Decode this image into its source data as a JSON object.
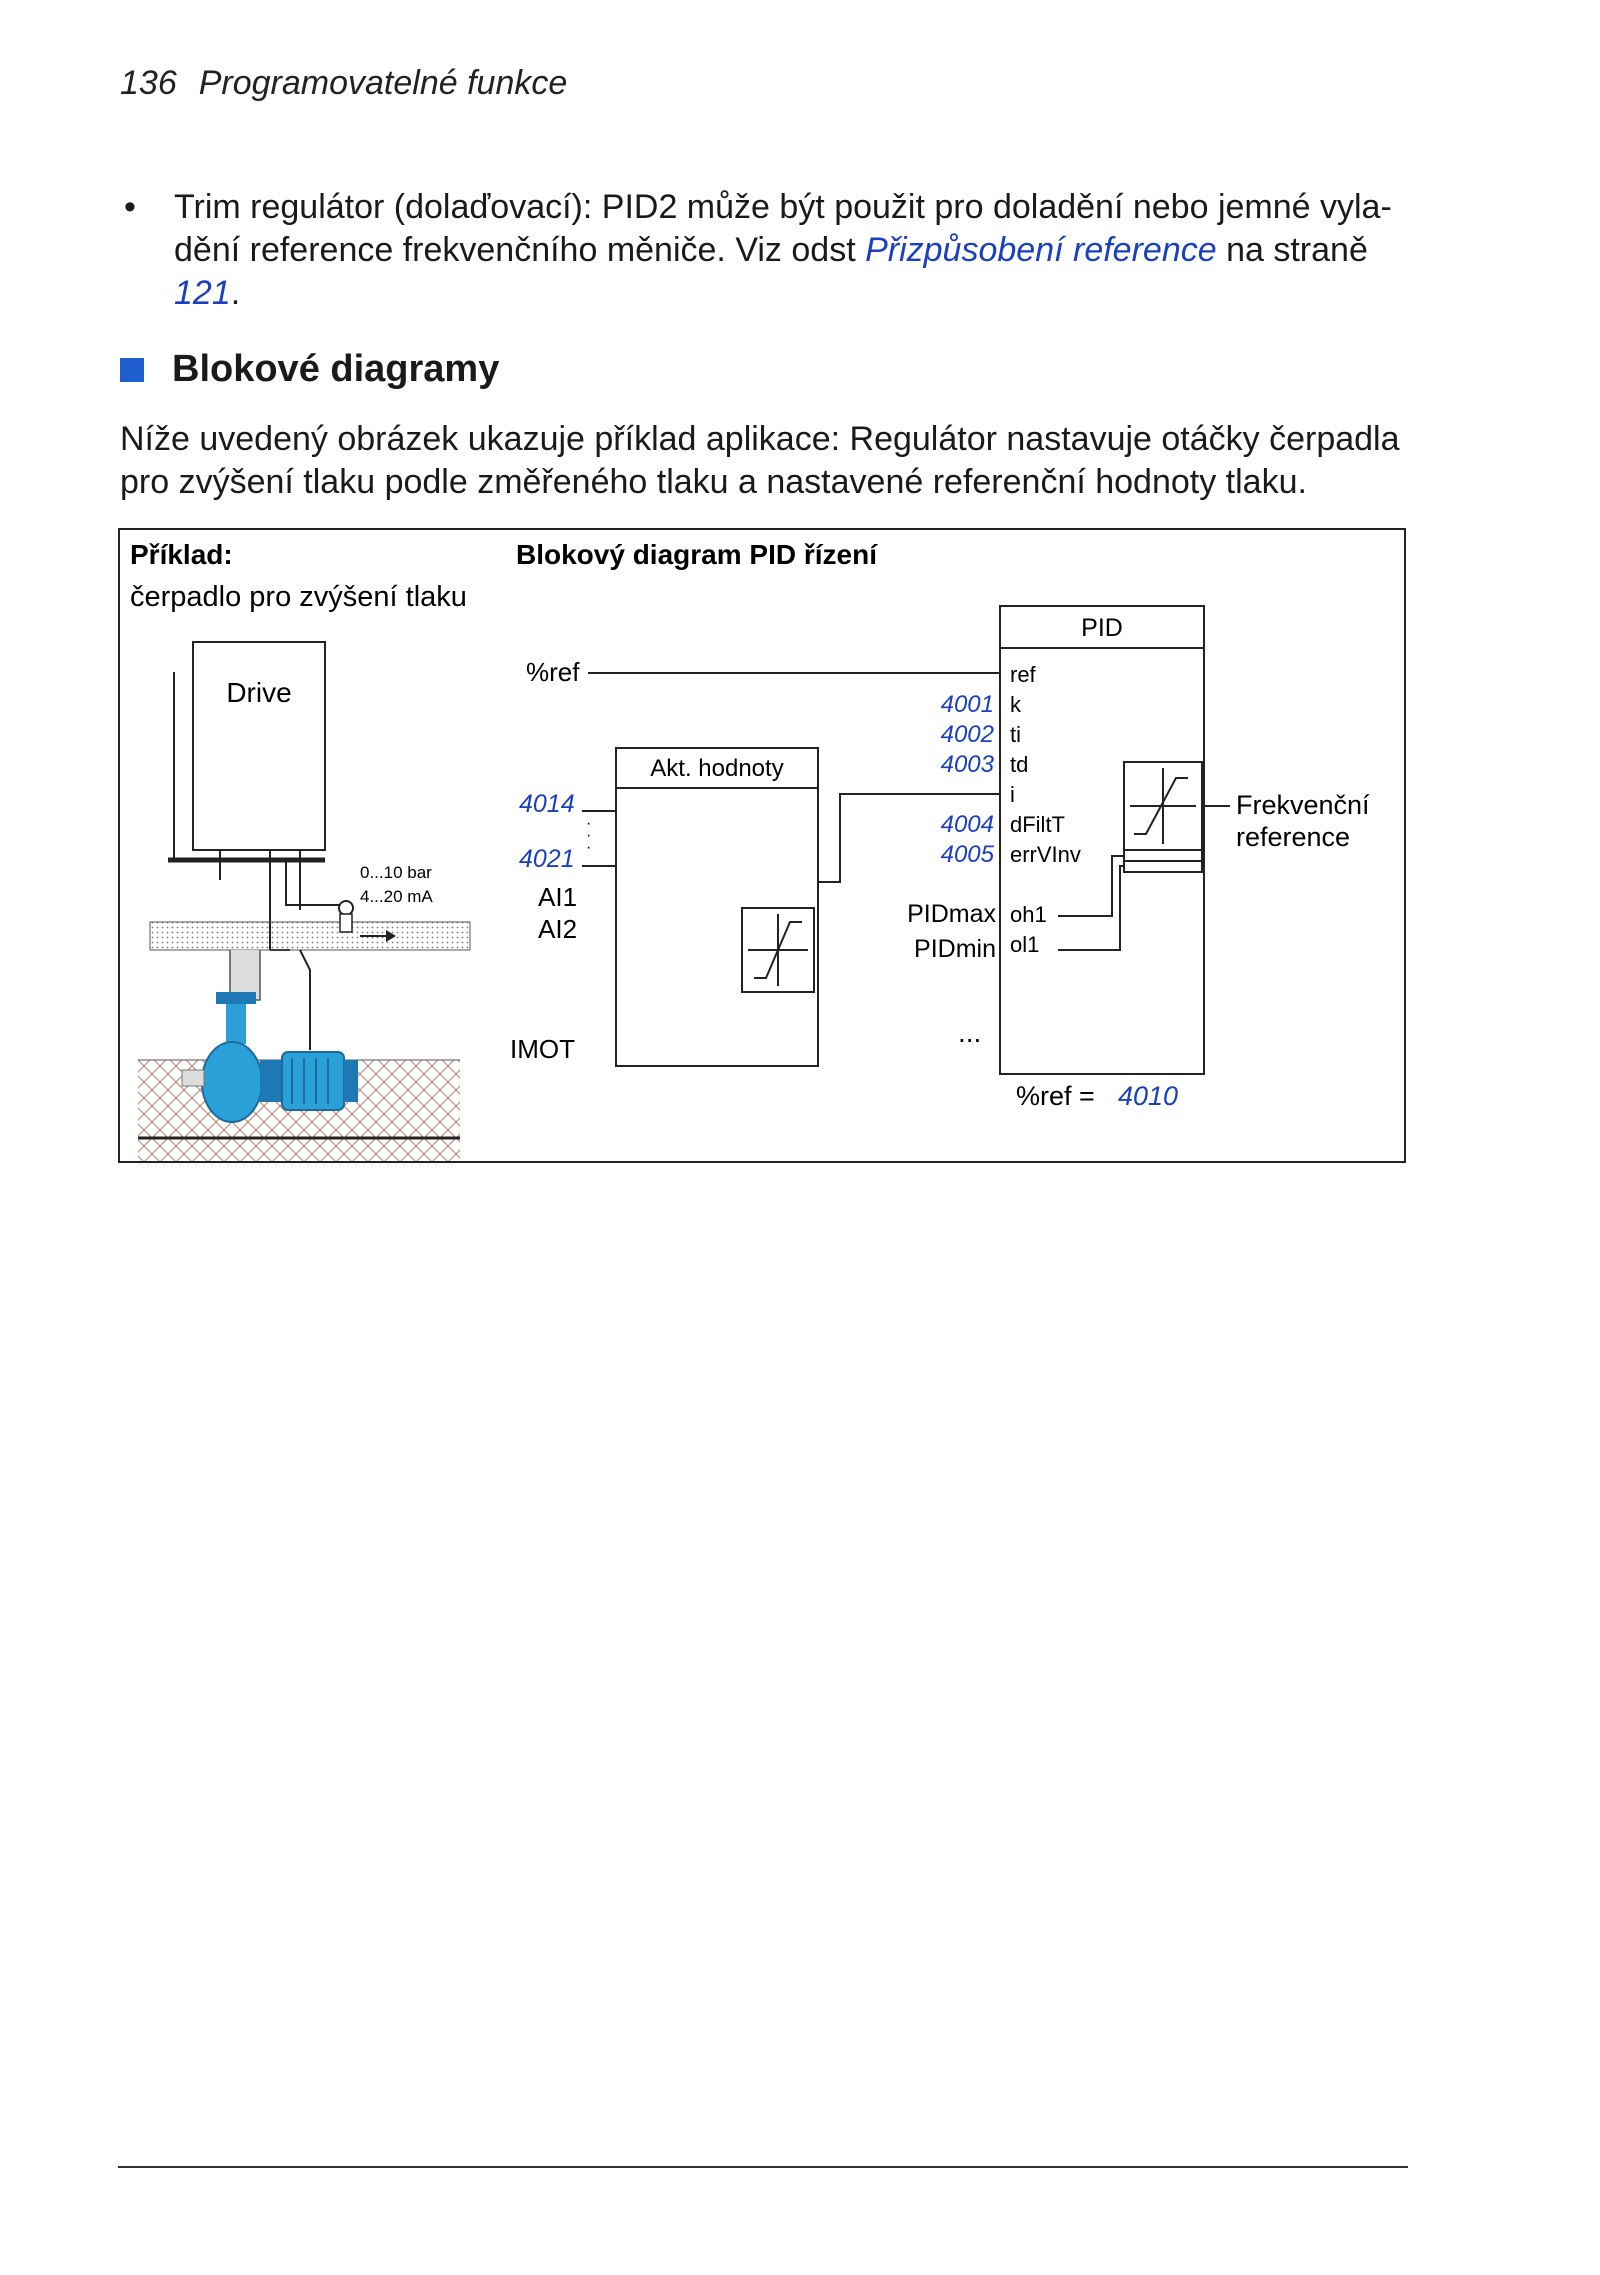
{
  "header": {
    "page_number": "136",
    "section": "Programovatelné funkce"
  },
  "bullet": {
    "symbol": "•",
    "text_before": "Trim regulátor (dolaďovací): PID2 může být použit pro doladění nebo jemné vyla-dění reference frekvenčního měniče. Viz odst ",
    "link_text": "Přizpůsobení reference",
    "text_middle": " na straně ",
    "page_link": "121",
    "text_after": "."
  },
  "section_heading": "Blokové diagramy",
  "paragraph": "Níže uvedený obrázek ukazuje příklad aplikace: Regulátor nastavuje otáčky čerpadla pro zvýšení tlaku podle změřeného tlaku a nastavené referenční hodnoty tlaku.",
  "figure": {
    "example_title": "Příklad:",
    "example_subtitle": "čerpadlo pro zvýšení tlaku",
    "diagram_title": "Blokový diagram PID řízení",
    "drive_label": "Drive",
    "sensor_range": "0...10 bar",
    "sensor_signal": "4...20 mA",
    "ref_input": "%ref",
    "akt_block": "Akt. hodnoty",
    "param_4014": "4014",
    "param_4021": "4021",
    "ai1": "AI1",
    "ai2": "AI2",
    "imot": "IMOT",
    "pid_block": "PID",
    "pid_inputs": [
      "ref",
      "k",
      "ti",
      "td",
      "i",
      "dFiltT",
      "errVInv"
    ],
    "pid_params": [
      "4001",
      "4002",
      "4003",
      "4004",
      "4005"
    ],
    "pidmax": "PIDmax",
    "pidmin": "PIDmin",
    "oh1": "oh1",
    "ol1": "ol1",
    "ellipsis": "...",
    "output_line1": "Frekvenční",
    "output_line2": "reference",
    "ref_eq": "%ref =",
    "ref_param": "4010"
  },
  "colors": {
    "link": "#1a3fbf",
    "bullet_square": "#1f5fd0",
    "pump": "#2aa0d8"
  }
}
